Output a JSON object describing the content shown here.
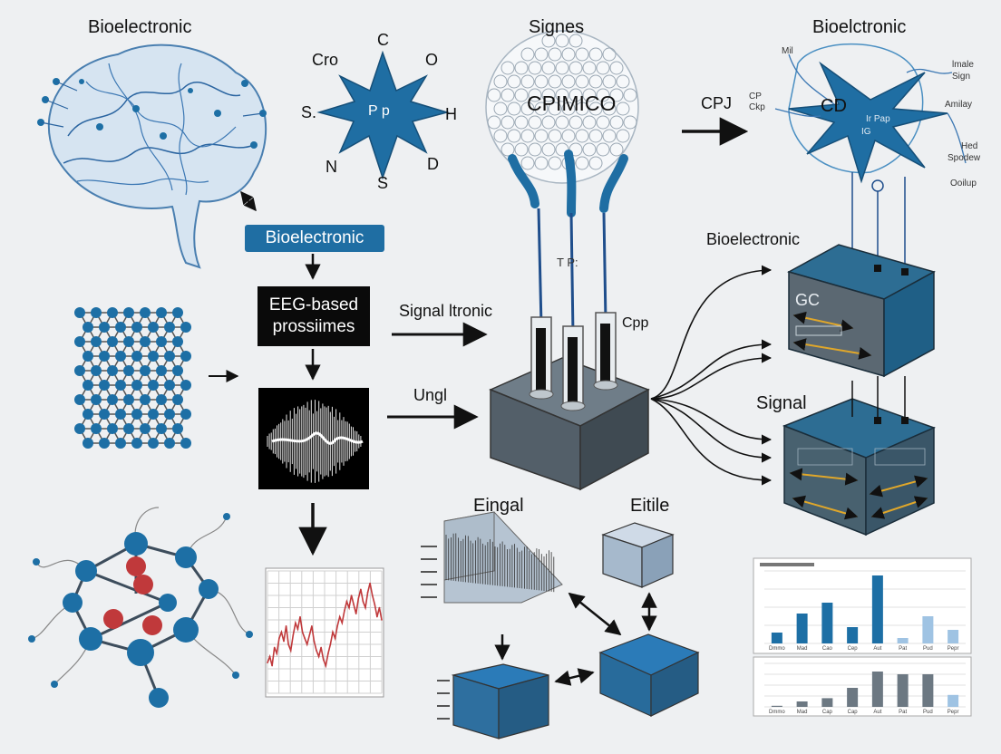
{
  "labels": {
    "brain_title": "Bioelectronic",
    "molecule_letters": [
      "C",
      "Cro",
      "O",
      "S.",
      "H",
      "N",
      "D",
      "S"
    ],
    "molecule_center": "P p",
    "sphere_title": "Signes",
    "sphere_center": "CPIMICO",
    "neuron_title": "Bioelctronic",
    "neuron_left": [
      "CP",
      "Ckp"
    ],
    "neuron_arrow_label": "CPJ",
    "neuron_center": "CD",
    "neuron_core": "Ir Pap",
    "neuron_core2": "IG",
    "neuron_top": "Mil",
    "neuron_right": [
      "lmale",
      "Sign",
      "Amilay",
      "Hed",
      "Spodew",
      "Ooilup"
    ],
    "badge": "Bioelectronic",
    "black_box": [
      "EEG-based",
      "prossiimes"
    ],
    "signal_arrow_label": "Signal ltronic",
    "unit_arrow_label": "Ungl",
    "tube_label": "T P:",
    "tube_side_label": "Cpp",
    "box_section_label": "Bioelectronic",
    "box1_label": "GC",
    "box_signal_label": "Signal",
    "eingal": "Eingal",
    "eitile": "Eitile"
  },
  "colors": {
    "accent": "#1f6ea3",
    "node_blue": "#1d6fa5",
    "node_red": "#c0393b",
    "dark_box": "#4d5a63"
  },
  "chart_data": [
    {
      "type": "line",
      "series": [
        {
          "values": [
            40,
            42,
            39,
            45,
            43,
            48,
            50,
            47,
            52,
            46,
            44,
            49,
            53,
            51,
            55,
            50,
            48,
            46,
            49,
            52,
            47,
            44,
            42,
            45,
            41,
            39,
            43,
            46,
            50,
            48,
            52,
            55,
            53,
            57,
            60,
            58,
            62,
            59,
            56,
            61,
            64,
            60,
            58,
            63,
            66,
            62,
            59,
            55,
            58,
            54
          ]
        }
      ],
      "ylim": [
        30,
        70
      ]
    },
    {
      "type": "bar",
      "categories": [
        "Dmmo",
        "Mad",
        "Cao",
        "Cep",
        "Aut",
        "Pat",
        "Pud",
        "Pepr"
      ],
      "values": [
        12,
        33,
        45,
        18,
        75,
        6,
        30,
        15
      ],
      "ylim": [
        0,
        80
      ]
    },
    {
      "type": "bar",
      "categories": [
        "Dmmo",
        "Mad",
        "Cap",
        "Cap",
        "Aut",
        "Pat",
        "Pud",
        "Pepr"
      ],
      "values": [
        2,
        10,
        16,
        35,
        65,
        60,
        60,
        22
      ],
      "ylim": [
        0,
        80
      ]
    }
  ]
}
